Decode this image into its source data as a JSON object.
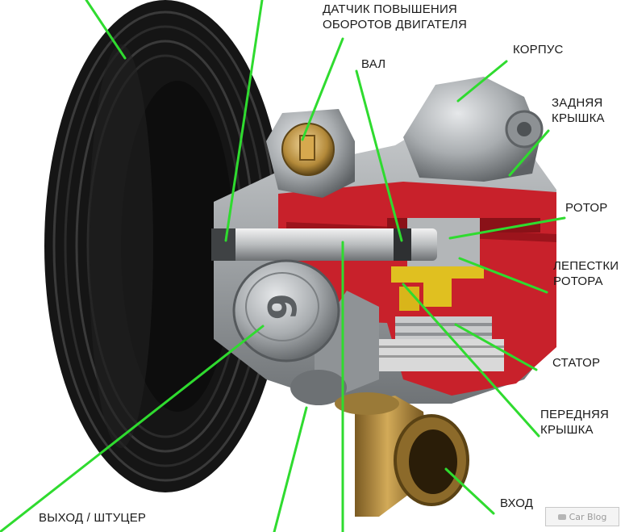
{
  "labels": {
    "sensor": [
      "ДАТЧИК ПОВЫШЕНИЯ",
      "ОБОРОТОВ ДВИГАТЕЛЯ"
    ],
    "shaft": [
      "ВАЛ"
    ],
    "housing": [
      "КОРПУС"
    ],
    "rear_cover": [
      "ЗАДНЯЯ",
      "КРЫШКА"
    ],
    "rotor": [
      "РОТОР"
    ],
    "rotor_vanes": [
      "ЛЕПЕСТКИ",
      "РОТОРА"
    ],
    "stator": [
      "СТАТОР"
    ],
    "front_cover": [
      "ПЕРЕДНЯЯ",
      "КРЫШКА"
    ],
    "inlet": [
      "ВХОД"
    ],
    "outlet": [
      "ВЫХОД / ШТУЦЕР"
    ]
  },
  "plug_marking": "6",
  "watermark": "Car Blog",
  "colors": {
    "leader_line": "#2fdb2f",
    "cutaway_red": "#c8212b",
    "vane_yellow": "#e0c020",
    "metal": "#a9adb0",
    "pulley": "#1c1c1c",
    "brass": "#b48a3a"
  }
}
